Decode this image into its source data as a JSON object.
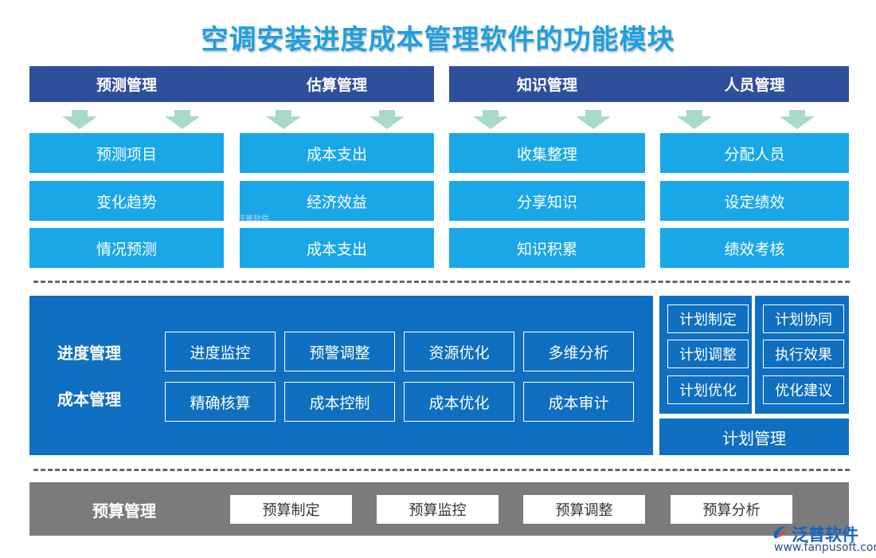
{
  "title": "空调安装进度成本管理软件的功能模块",
  "top_headers": [
    "预测管理",
    "估算管理",
    "知识管理",
    "人员管理"
  ],
  "top_columns": [
    [
      "预测项目",
      "变化趋势",
      "情况预测"
    ],
    [
      "成本支出",
      "经济效益",
      "成本支出"
    ],
    [
      "收集整理",
      "分享知识",
      "知识积累"
    ],
    [
      "分配人员",
      "设定绩效",
      "绩效考核"
    ]
  ],
  "middle": {
    "label_progress": "进度管理",
    "label_cost": "成本管理",
    "row1": [
      "进度监控",
      "预警调整",
      "资源优化",
      "多维分析"
    ],
    "row2": [
      "精确核算",
      "成本控制",
      "成本优化",
      "成本审计"
    ]
  },
  "plan": {
    "items": [
      "计划制定",
      "计划协同",
      "计划调整",
      "执行效果",
      "计划优化",
      "优化建议"
    ],
    "footer": "计划管理"
  },
  "budget": {
    "label": "预算管理",
    "items": [
      "预算制定",
      "预算监控",
      "预算调整",
      "预算分析"
    ]
  },
  "logo": {
    "name": "泛普软件",
    "url": "www.fanpusoft.com"
  },
  "watermark": "泛普软件",
  "colors": {
    "title": "#1e9fe0",
    "header_bar": "#2e4f9c",
    "cell": "#1aa7e8",
    "middle_panel": "#0f6fc0",
    "arrow": "#a8d9c9",
    "budget_panel": "#7b7b7b"
  }
}
